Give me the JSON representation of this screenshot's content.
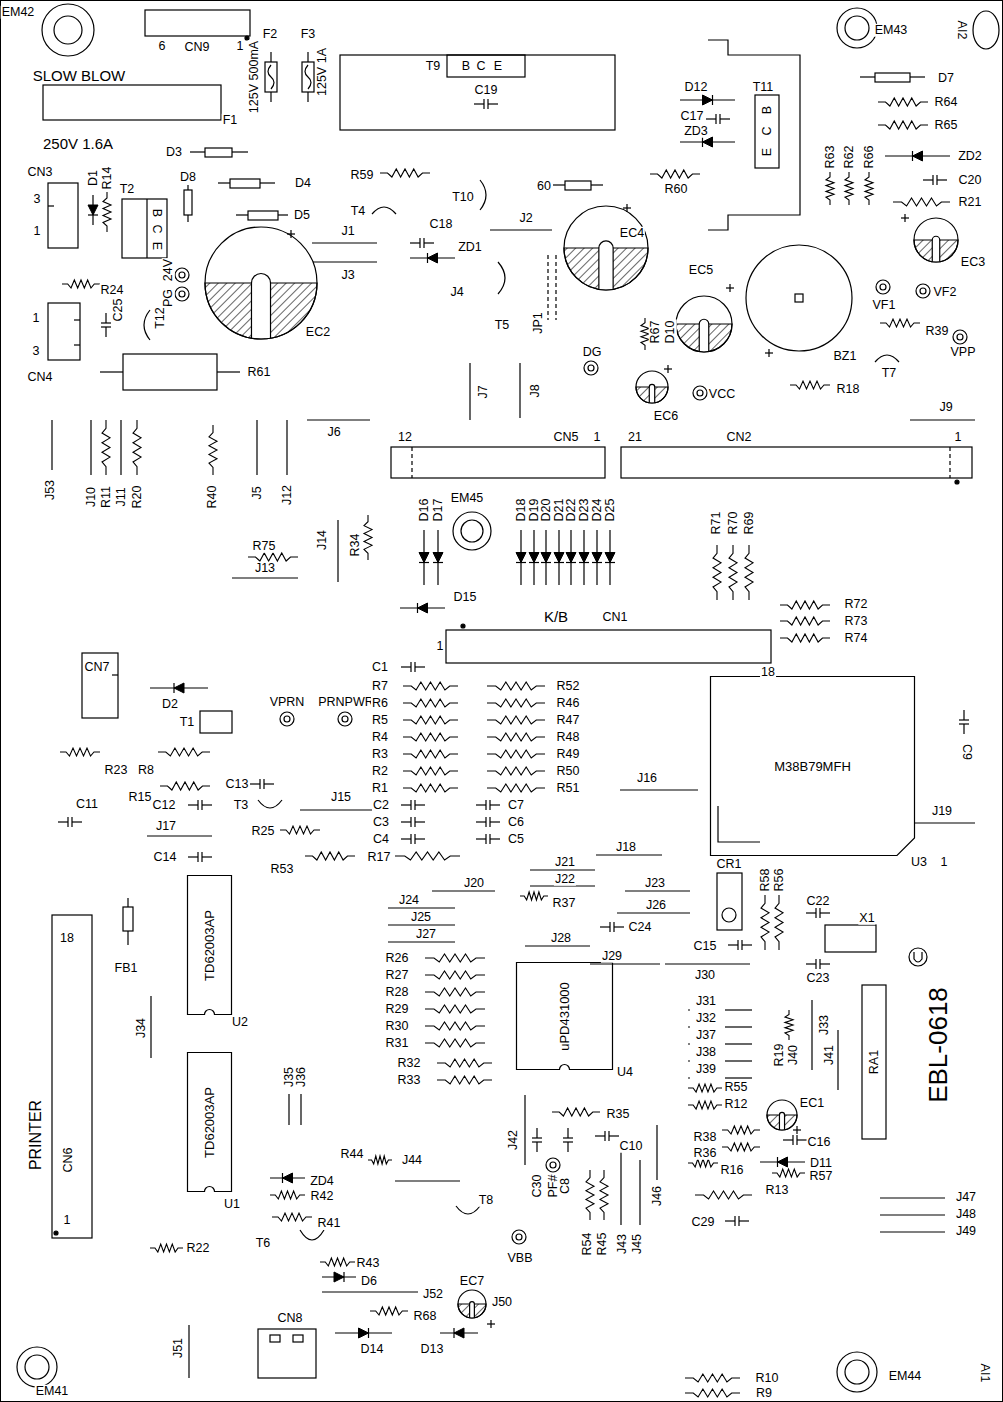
{
  "diagram": {
    "nodes": [
      {
        "text": [
          "M38B79MFH"
        ]
      },
      {
        "text": [
          "TD62003AP"
        ]
      },
      {
        "text": [
          "uPD431000"
        ]
      },
      {
        "text": [
          "TD62003AP"
        ]
      }
    ],
    "labels": [
      "EM42",
      "6",
      "CN9",
      "1",
      "F2",
      "F3",
      "125V 500mA",
      "125V 1A",
      "SLOW BLOW",
      "250V 1.6A",
      "F1",
      "T9",
      "B",
      "C",
      "E",
      "C19",
      "EM43",
      "AI2",
      "D12",
      "T11",
      "C17",
      "ZD3",
      "E",
      "C",
      "B",
      "D7",
      "R64",
      "R65",
      "R63",
      "R62",
      "R66",
      "ZD2",
      "C20",
      "R21",
      "D3",
      "R59",
      "60",
      "R60",
      "CN3",
      "D1",
      "R14",
      "T2",
      "B",
      "C",
      "E",
      "3",
      "1",
      "D8",
      "D4",
      "D5",
      "T4",
      "T10",
      "J2",
      "C18",
      "ZD1",
      "J1",
      "J3",
      "J4",
      "EC2",
      "24V",
      "PG",
      "R24",
      "T12",
      "C25",
      "1",
      "3",
      "CN4",
      "R61",
      "T5",
      "JP1",
      "EC4",
      "R67",
      "D10",
      "EC5",
      "BZ1",
      "VF1",
      "VF2",
      "EC3",
      "R39",
      "VPP",
      "T7",
      "DG",
      "EC6",
      "VCC",
      "R18",
      "J7",
      "J8",
      "J6",
      "J9",
      "12",
      "CN5",
      "1",
      "21",
      "CN2",
      "1",
      "J53",
      "J10",
      "R11",
      "J11",
      "R20",
      "R40",
      "J5",
      "J12",
      "D16",
      "D17",
      "EM45",
      "D18",
      "D19",
      "D20",
      "D21",
      "D22",
      "D23",
      "D24",
      "D25",
      "R71",
      "R70",
      "R69",
      "R75",
      "J13",
      "J14",
      "R34",
      "D15",
      "K/B",
      "CN1",
      "1",
      "18",
      "R72",
      "R73",
      "R74",
      "CN7",
      "D2",
      "T1",
      "VPRN",
      "PRNPWR",
      "C1",
      "R7",
      "R6",
      "R5",
      "R4",
      "R3",
      "R2",
      "R1",
      "R52",
      "R46",
      "R47",
      "R48",
      "R49",
      "R50",
      "R51",
      "R23",
      "R8",
      "R15",
      "C13",
      "C12",
      "T3",
      "J15",
      "C2",
      "C3",
      "C4",
      "C7",
      "C6",
      "C5",
      "J16",
      "C9",
      "J19",
      "C11",
      "J17",
      "C14",
      "R25",
      "R53",
      "R17",
      "J21",
      "J18",
      "J22",
      "J23",
      "J20",
      "R37",
      "J26",
      "C24",
      "J24",
      "J25",
      "J27",
      "J28",
      "J29",
      "U3",
      "1",
      "CR1",
      "R58",
      "R56",
      "C22",
      "X1",
      "C15",
      "C23",
      "J30",
      "18",
      "FB1",
      "U2",
      "J34",
      "R26",
      "R27",
      "R28",
      "R29",
      "R30",
      "R31",
      "R32",
      "R33",
      "U4",
      "J31",
      "J32",
      "J37",
      "J38",
      "J39",
      "R55",
      "R12",
      "R38",
      "R36",
      "R16",
      "J33",
      "R19",
      "J40",
      "J41",
      "RA1",
      "EBL-0618",
      "U1",
      "J35",
      "J36",
      "PRINTER",
      "CN6",
      "1",
      "R35",
      "EC1",
      "C16",
      "D11",
      "R57",
      "R13",
      "J42",
      "C10",
      "C30",
      "PF#",
      "C8",
      "R44",
      "J44",
      "ZD4",
      "R42",
      "R41",
      "T8",
      "R54",
      "R45",
      "J43",
      "J45",
      "J46",
      "VBB",
      "C29",
      "J47",
      "J48",
      "J49",
      "R22",
      "T6",
      "R43",
      "D6",
      "J52",
      "EC7",
      "J50",
      "R68",
      "CN8",
      "D14",
      "D13",
      "J51",
      "R10",
      "R9",
      "EM41",
      "EM44",
      "AI1"
    ]
  }
}
